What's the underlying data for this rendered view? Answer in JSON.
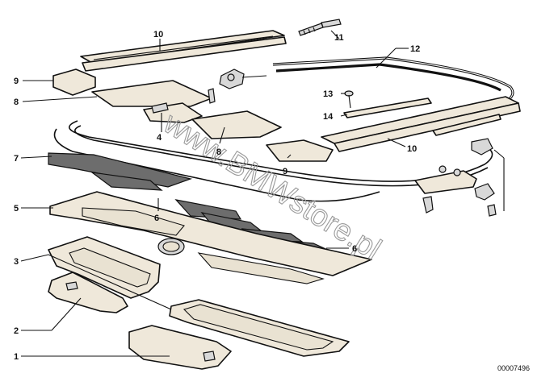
{
  "callouts": {
    "c1": "1",
    "c2": "2",
    "c3": "3",
    "c4": "4",
    "c5": "5",
    "c6a": "6",
    "c6b": "6",
    "c7": "7",
    "c8a": "8",
    "c8b": "8",
    "c9a": "9",
    "c9b": "9",
    "c10a": "10",
    "c10b": "10",
    "c11": "11",
    "c12": "12",
    "c13": "13",
    "c14": "14"
  },
  "watermark": "www.BMWstore.pl",
  "diagram_code": "00007496"
}
